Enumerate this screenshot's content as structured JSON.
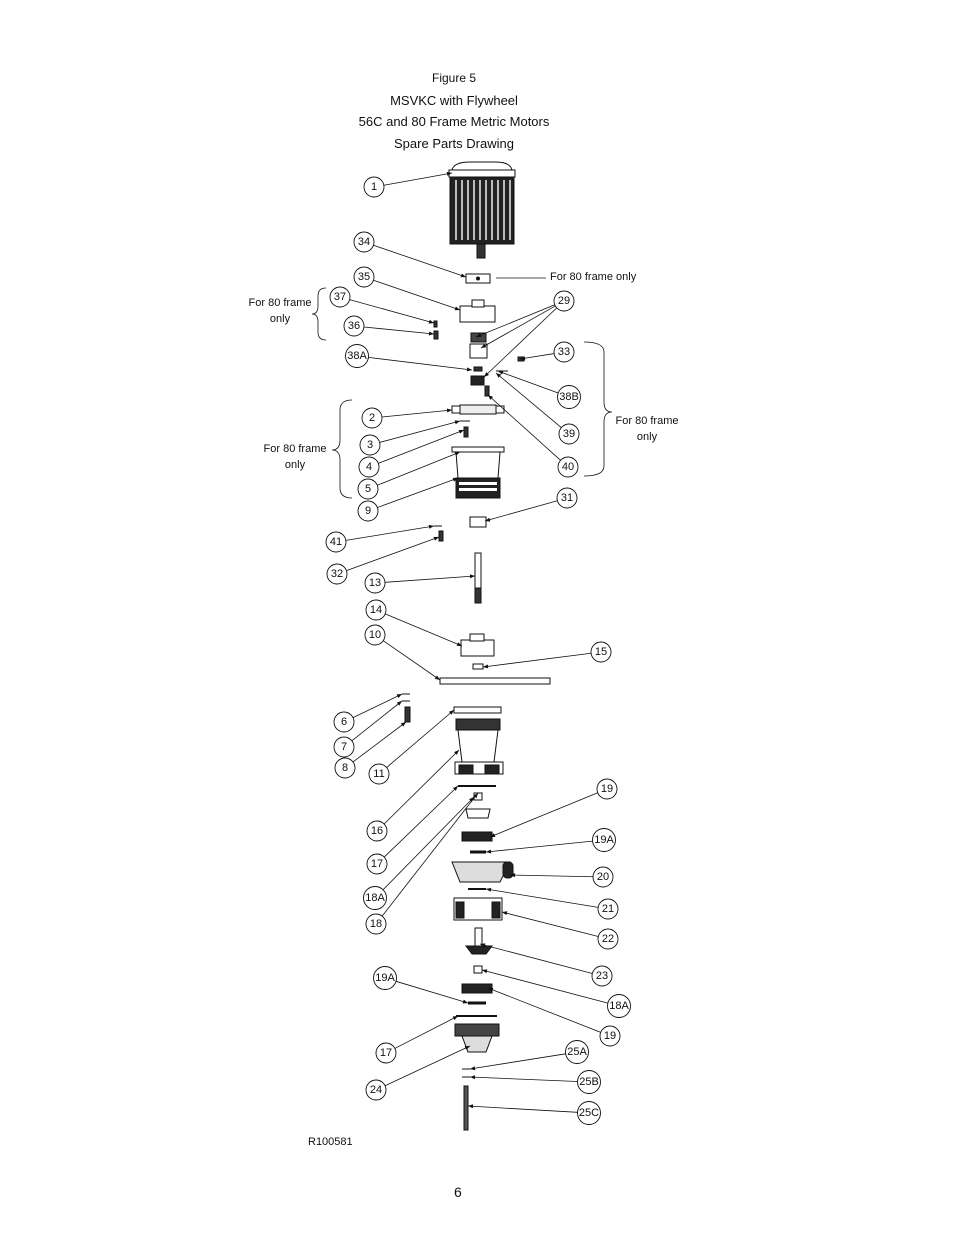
{
  "header": {
    "figure": "Figure 5",
    "line1": "MSVKC with Flywheel",
    "line2": "56C and 80 Frame Metric Motors",
    "line3": "Spare Parts Drawing"
  },
  "notes": {
    "frame_note_top": "For 80 frame only",
    "frame_note_left_top": "For 80 frame\nonly",
    "frame_note_right": "For 80 frame\nonly",
    "frame_note_left_mid": "For 80 frame\nonly"
  },
  "callouts": [
    "1",
    "34",
    "35",
    "37",
    "36",
    "29",
    "38A",
    "33",
    "38B",
    "2",
    "39",
    "3",
    "4",
    "40",
    "5",
    "9",
    "31",
    "41",
    "32",
    "13",
    "14",
    "10",
    "15",
    "6",
    "7",
    "8",
    "11",
    "19",
    "16",
    "19A",
    "20",
    "17",
    "21",
    "18A",
    "18",
    "22",
    "23",
    "19A",
    "18A",
    "19",
    "17",
    "25A",
    "24",
    "25B",
    "25C"
  ],
  "footer": {
    "drawing_number": "R100581",
    "page_number": "6"
  }
}
